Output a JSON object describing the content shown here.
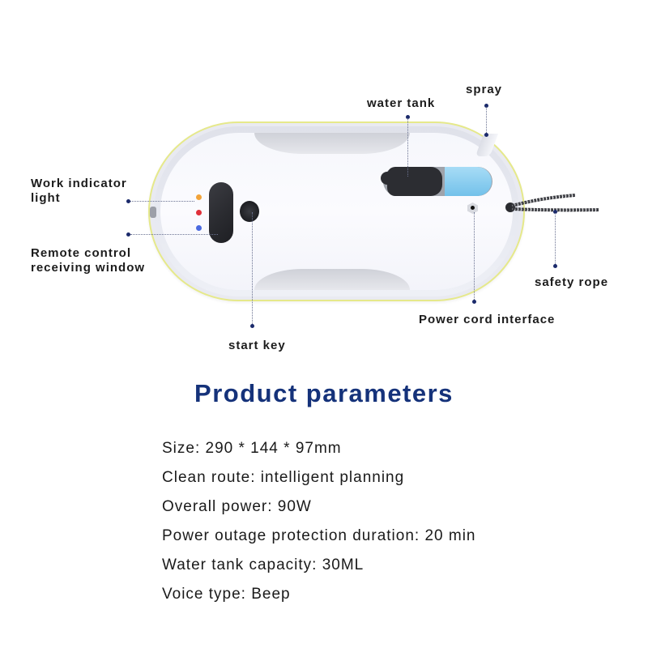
{
  "callouts": {
    "water_tank": "water tank",
    "spray": "spray",
    "work_indicator_line1": "Work indicator",
    "work_indicator_line2": "light",
    "remote_line1": "Remote control",
    "remote_line2": "receiving window",
    "safety_rope": "safety rope",
    "power_cord": "Power cord interface",
    "start_key": "start key"
  },
  "indicator_leds": [
    "#f2a33a",
    "#e0303a",
    "#4a6ae0"
  ],
  "colors": {
    "title": "#15327a",
    "callout_dot": "#1b2a6b",
    "water": "#8fd0f0",
    "device_edge": "#e6e98a"
  },
  "section_title": "Product parameters",
  "parameters": [
    "Size: 290 * 144 * 97mm",
    "Clean route: intelligent planning",
    "Overall power: 90W",
    "Power outage protection duration: 20 min",
    "Water tank capacity: 30ML",
    "Voice type: Beep"
  ]
}
